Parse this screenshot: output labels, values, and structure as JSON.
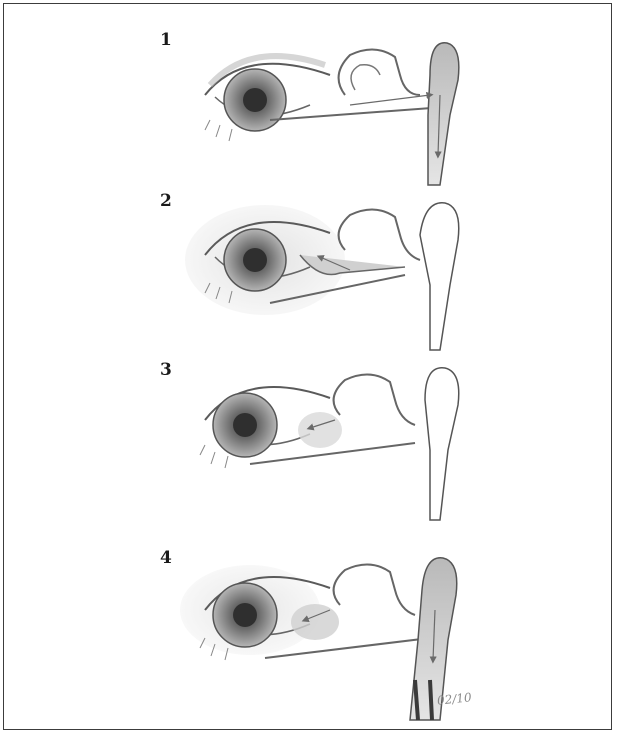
{
  "panels": [
    {
      "label": "1"
    },
    {
      "label": "2"
    },
    {
      "label": "3"
    },
    {
      "label": "4"
    }
  ],
  "signature": "02/10",
  "colors": {
    "border": "#3c3c3c",
    "ink": "#555555",
    "shade": "#c8c8c8",
    "iris": "#8c8c8c",
    "pupil": "#2f2f2f"
  }
}
